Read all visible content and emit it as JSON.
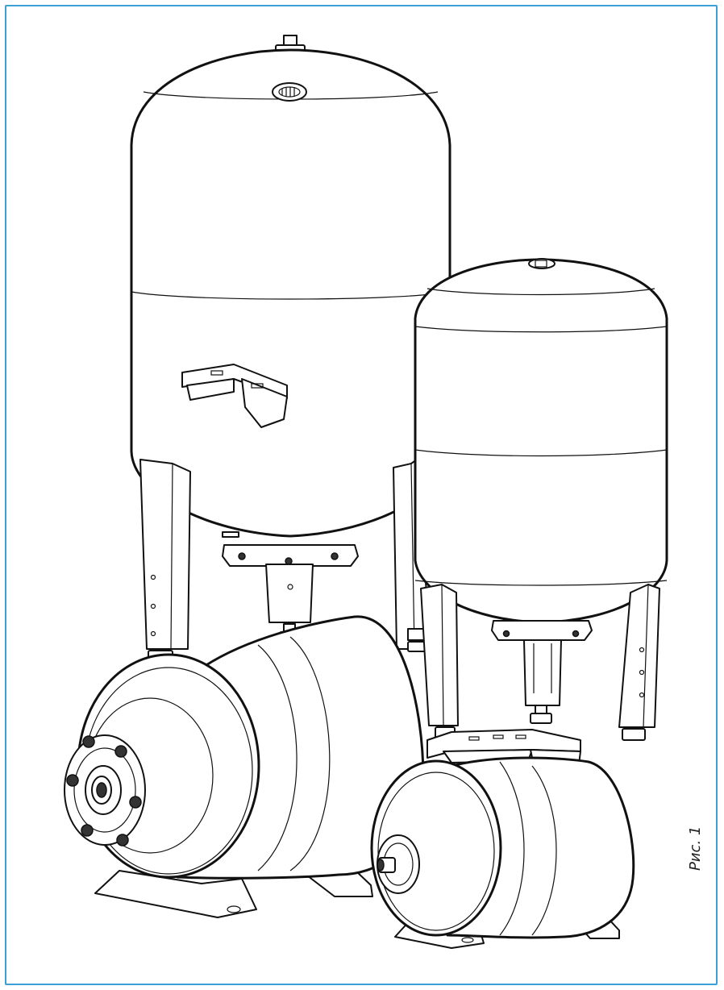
{
  "figure": {
    "caption": "Рис. 1",
    "accent_color": "#3aa0d6",
    "line_color": "#111111",
    "items": [
      "large-vertical-tank",
      "medium-vertical-tank",
      "large-horizontal-tank",
      "small-horizontal-tank"
    ]
  }
}
